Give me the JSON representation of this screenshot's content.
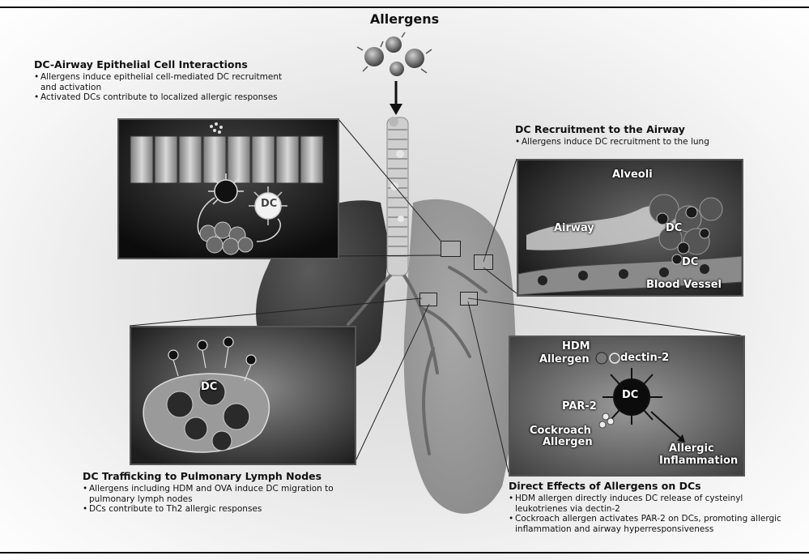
{
  "title": "Allergens",
  "epithelial": {
    "heading": "DC-Airway Epithelial Cell Interactions",
    "bullets": [
      "Allergens induce epithelial cell-mediated DC recruitment and activation",
      "Activated DCs contribute to localized allergic responses"
    ],
    "dc_label": "DC"
  },
  "recruitment": {
    "heading": "DC Recruitment to the Airway",
    "bullets": [
      "Allergens induce DC recruitment to the lung"
    ],
    "labels": {
      "alveoli": "Alveoli",
      "airway": "Airway",
      "dc1": "DC",
      "dc2": "DC",
      "blood_vessel": "Blood Vessel"
    }
  },
  "trafficking": {
    "heading": "DC Trafficking to Pulmonary Lymph Nodes",
    "bullets": [
      "Allergens including HDM and OVA induce DC migration to pulmonary lymph nodes",
      "DCs contribute to Th2 allergic responses"
    ],
    "dc_label": "DC"
  },
  "direct": {
    "heading": "Direct Effects of Allergens on DCs",
    "bullets": [
      "HDM allergen directly induces DC release of cysteinyl leukotrienes via dectin-2",
      "Cockroach allergen activates PAR-2 on DCs, promoting allergic inflammation and airway hyperresponsiveness"
    ],
    "labels": {
      "hdm": "HDM",
      "allergen1": "Allergen",
      "dectin": "dectin-2",
      "dc": "DC",
      "par2": "PAR-2",
      "cockroach": "Cockroach",
      "allergen2": "Allergen",
      "allergic": "Allergic",
      "inflammation": "Inflammation"
    }
  }
}
